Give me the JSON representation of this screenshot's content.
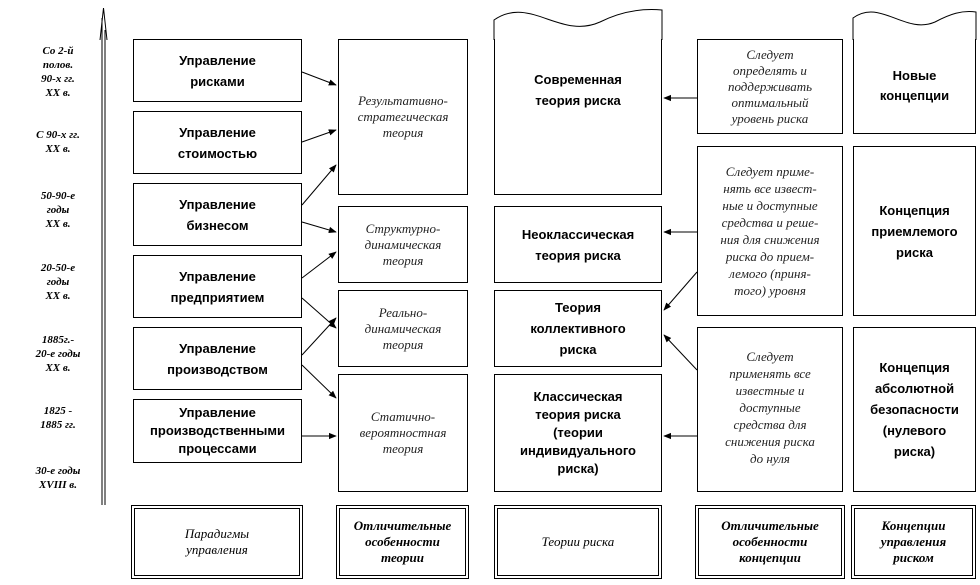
{
  "timeline": [
    "Со 2-й\nполов.\n90-х гг.\nXX в.",
    "С 90-х гг.\nXX в.",
    "50-90-е\nгоды\nXX в.",
    "20-50-е\nгоды\nXX в.",
    "1885г.-\n20-е годы\nXX в.",
    "1825 -\n1885 гг.",
    "30-е годы\nXVIII в."
  ],
  "paradigms": [
    "Управление\nрисками",
    "Управление\nстоимостью",
    "Управление\nбизнесом",
    "Управление\nпредприятием",
    "Управление\nпроизводством",
    "Управление\nпроизводственными\nпроцессами"
  ],
  "theory_features": [
    "Результативно-\nстратегическая\nтеория",
    "Структурно-\nдинамическая\nтеория",
    "Реально-\nдинамическая\nтеория",
    "Статично-\nвероятностная\nтеория"
  ],
  "risk_theories": [
    "Современная\nтеория риска",
    "Неоклассическая\nтеория риска",
    "Теория\nколлективного\nриска",
    "Классическая\nтеория риска\n(теории\nиндивидуального\nриска)"
  ],
  "concept_features": [
    "Следует\nопределять и\nподдерживать\nоптимальный\nуровень риска",
    "Следует приме-\nнять все  извест-\nные и доступные\nсредства и реше-\nния для снижения\nриска до прием-\nлемого (приня-\nтого) уровня",
    "Следует\nприменять все\nизвестные и\nдоступные\nсредства для\nснижения риска\nдо нуля"
  ],
  "concepts": [
    "Новые\nконцепции",
    "Концепция\nприемлемого\nриска",
    "Концепция\nабсолютной\nбезопасности\n(нулевого\nриска)"
  ],
  "footer": {
    "paradigms": "Парадигмы\nуправления",
    "theory_features": "Отличительные\nособенности\nтеории",
    "risk_theories": "Теории риска",
    "concept_features": "Отличительные\nособенности\nконцепции",
    "concepts": "Концепции\nуправления\nриском"
  }
}
